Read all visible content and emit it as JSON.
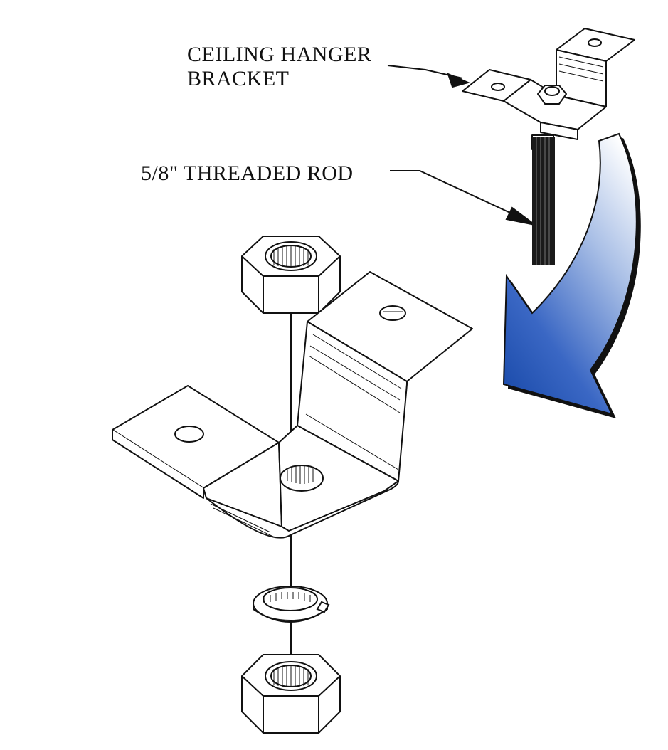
{
  "labels": {
    "ceiling_hanger_line1": "CEILING HANGER",
    "ceiling_hanger_line2": "BRACKET",
    "threaded_rod": "5/8\" THREADED ROD"
  },
  "colors": {
    "ink": "#111111",
    "arrow_dark": "#1f4fae",
    "arrow_light": "#ffffff",
    "paper": "#ffffff"
  },
  "icons": [
    "curved-arrow-icon"
  ]
}
